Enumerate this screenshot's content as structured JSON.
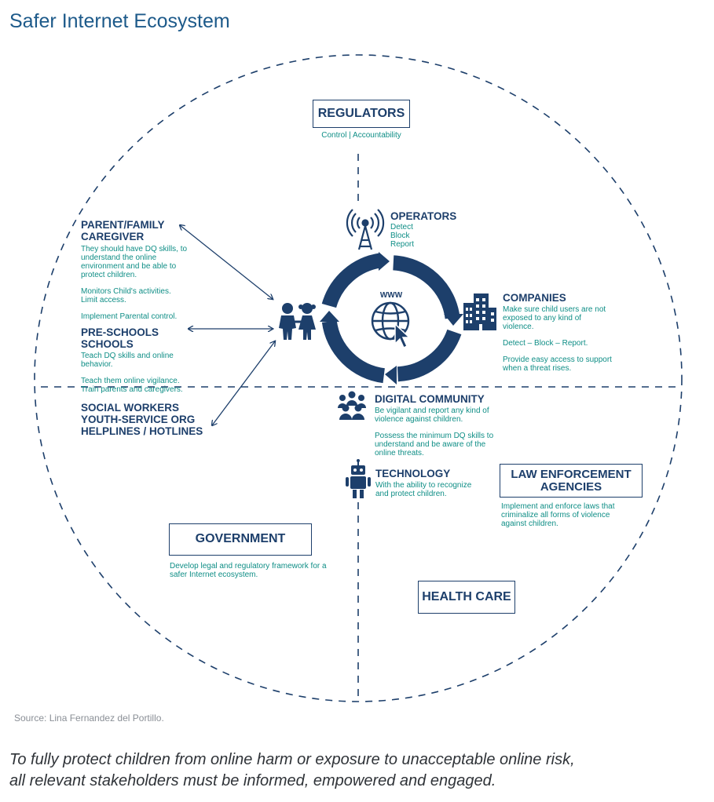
{
  "title": "Safer Internet Ecosystem",
  "regulators": {
    "label": "REGULATORS",
    "sub": "Control | Accountability"
  },
  "operators": {
    "label": "OPERATORS",
    "lines": [
      "Detect",
      "Block",
      "Report"
    ]
  },
  "center": {
    "label": "WWW"
  },
  "companies": {
    "label": "COMPANIES",
    "p1": "Make sure child users  are not exposed to any kind of violence.",
    "p2": "Detect – Block – Report.",
    "p3": "Provide easy access to support when a threat rises."
  },
  "parent": {
    "label1": "PARENT/FAMILY",
    "label2": "CAREGIVER",
    "p1": "They should have DQ skills, to understand the online environment and be able to protect children.",
    "p2": "Monitors Child's activities. Limit access.",
    "p3": "Implement Parental control."
  },
  "schools": {
    "label1": "PRE-SCHOOLS",
    "label2": "SCHOOLS",
    "p1": "Teach DQ skills and online behavior.",
    "p2": "Teach them online vigilance. Train parents and caregivers."
  },
  "social": {
    "line1": "SOCIAL WORKERS",
    "line2": "YOUTH-SERVICE ORG",
    "line3": "HELPLINES / HOTLINES"
  },
  "digital_community": {
    "label": "DIGITAL COMMUNITY",
    "p1": "Be vigilant and report any kind of violence against children.",
    "p2": "Possess the minimum DQ skills to understand and be aware of the online threats."
  },
  "technology": {
    "label": "TECHNOLOGY",
    "p1": "With the ability to recognize and protect children."
  },
  "law": {
    "line1": "LAW ENFORCEMENT",
    "line2": "AGENCIES",
    "p1": "Implement and enforce laws that criminalize all forms of violence against children."
  },
  "government": {
    "label": "GOVERNMENT",
    "p1": "Develop legal and regulatory framework for a safer Internet ecosystem."
  },
  "health": {
    "label": "HEALTH CARE"
  },
  "source": "Source: Lina Fernandez del Portillo.",
  "caption1": "To fully protect children from online harm or exposure to unacceptable online risk,",
  "caption2": "all relevant stakeholders must be informed, empowered and engaged.",
  "colors": {
    "navy": "#1d3f6b",
    "teal": "#0f8e86",
    "title": "#1d5a8a"
  }
}
